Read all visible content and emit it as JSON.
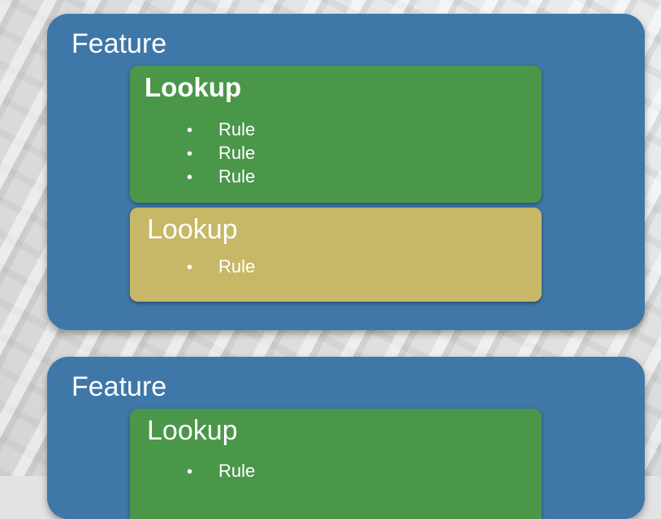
{
  "features": [
    {
      "title": "Feature",
      "lookups": [
        {
          "title": "Lookup",
          "title_bold": true,
          "color": "#4a9749",
          "rules": [
            "Rule",
            "Rule",
            "Rule"
          ]
        },
        {
          "title": "Lookup",
          "title_bold": false,
          "color": "#c6b866",
          "rules": [
            "Rule"
          ]
        }
      ]
    },
    {
      "title": "Feature",
      "lookups": [
        {
          "title": "Lookup",
          "title_bold": false,
          "color": "#4a9749",
          "rules": [
            "Rule"
          ]
        }
      ]
    }
  ],
  "colors": {
    "feature": "#3e77a8",
    "lookup_active": "#4a9749",
    "lookup_inactive": "#c6b866",
    "text": "#ffffff"
  },
  "bullet_glyph": "•"
}
